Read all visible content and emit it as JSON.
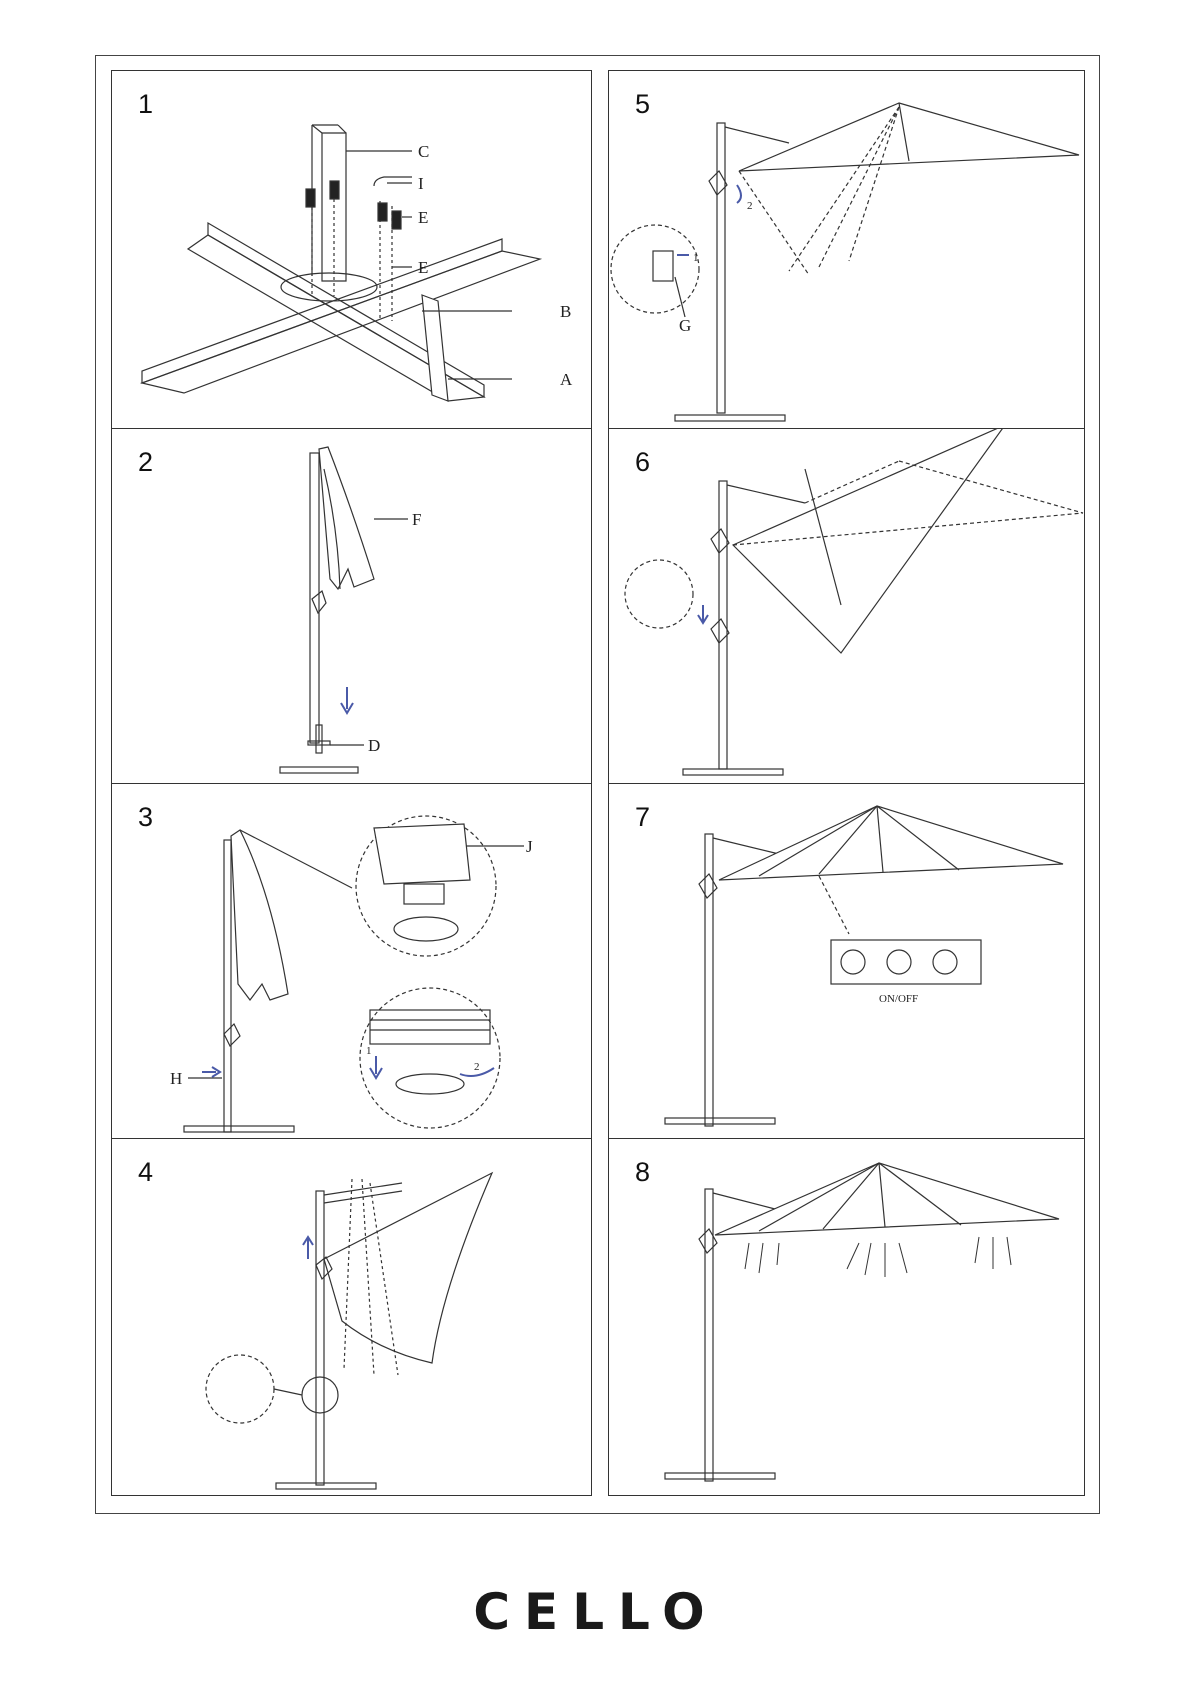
{
  "steps": [
    {
      "number": "1",
      "labels": {
        "c": "C",
        "i": "I",
        "e1": "E",
        "e2": "E",
        "b": "B",
        "a": "A"
      }
    },
    {
      "number": "2",
      "labels": {
        "f": "F",
        "d": "D"
      }
    },
    {
      "number": "3",
      "labels": {
        "j": "J",
        "h": "H",
        "step1": "1",
        "step2": "2"
      }
    },
    {
      "number": "4",
      "labels": {}
    },
    {
      "number": "5",
      "labels": {
        "g": "G",
        "step1": "1",
        "step2": "2"
      }
    },
    {
      "number": "6",
      "labels": {}
    },
    {
      "number": "7",
      "labels": {
        "switch": "ON/OFF"
      }
    },
    {
      "number": "8",
      "labels": {}
    }
  ],
  "brand": "CELLO",
  "colors": {
    "line": "#333333",
    "arrow": "#4a5aa8"
  }
}
